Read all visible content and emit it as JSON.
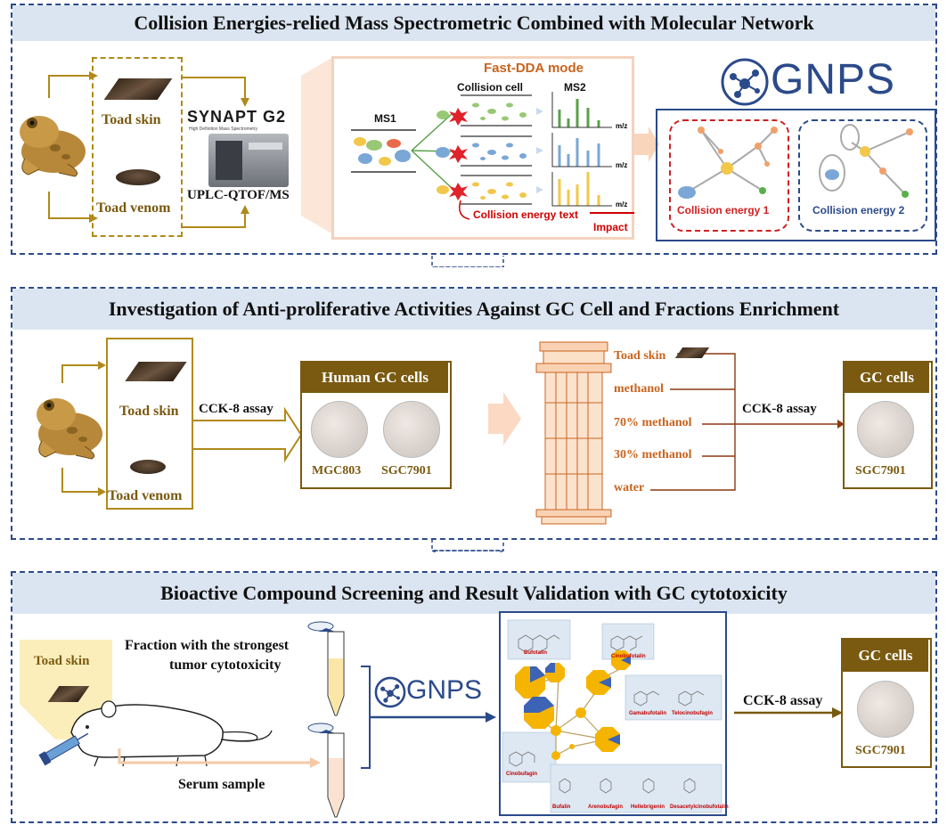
{
  "panel1": {
    "title": "Collision Energies-relied Mass Spectrometric Combined with Molecular Network",
    "toad_skin": "Toad skin",
    "toad_venom": "Toad venom",
    "instrument_brand": "SYNAPT G2",
    "instrument_sub": "High Definition Mass Spectrometry",
    "instrument": "UPLC-QTOF/MS",
    "mode": "Fast-DDA mode",
    "collision_cell": "Collision cell",
    "ms1": "MS1",
    "ms2": "MS2",
    "mz": "m/z",
    "collision_text": "Collision energy text",
    "impact": "Impact",
    "gnps": "GNPS",
    "ce1": "Collision energy 1",
    "ce2": "Collision energy 2"
  },
  "panel2": {
    "title": "Investigation of Anti-proliferative Activities Against GC Cell and Fractions Enrichment",
    "toad_skin": "Toad skin",
    "toad_venom": "Toad venom",
    "assay": "CCK-8 assay",
    "human_gc": "Human GC cells",
    "cell1": "MGC803",
    "cell2": "SGC7901",
    "col_toad_skin": "Toad skin",
    "fractions": [
      "methanol",
      "70% methanol",
      "30% methanol",
      "water"
    ],
    "assay2": "CCK-8 assay",
    "gc_cells": "GC cells",
    "cell3": "SGC7901"
  },
  "panel3": {
    "title": "Bioactive Compound Screening and Result Validation with GC cytotoxicity",
    "toad_skin": "Toad skin",
    "fraction_line1": "Fraction with the strongest",
    "fraction_line2": "tumor cytotoxicity",
    "serum": "Serum sample",
    "gnps": "GNPS",
    "compounds": [
      "Bufotalin",
      "Cinobufotalin",
      "Gamabufotalin",
      "Telocinobufagin",
      "Cinobufagin",
      "Bufalin"
    ],
    "bottom_compounds": [
      "Bufalin",
      "Arenobufagin",
      "Hellebrigenin",
      "Desacetylcinobufotalin"
    ],
    "assay": "CCK-8 assay",
    "gc_cells": "GC cells",
    "cell": "SGC7901"
  },
  "colors": {
    "gold": "#7a5a10",
    "navy": "#2b4a8a",
    "orange": "#c8641e",
    "red": "#d00000",
    "title_bg": "#dbe5f1"
  }
}
